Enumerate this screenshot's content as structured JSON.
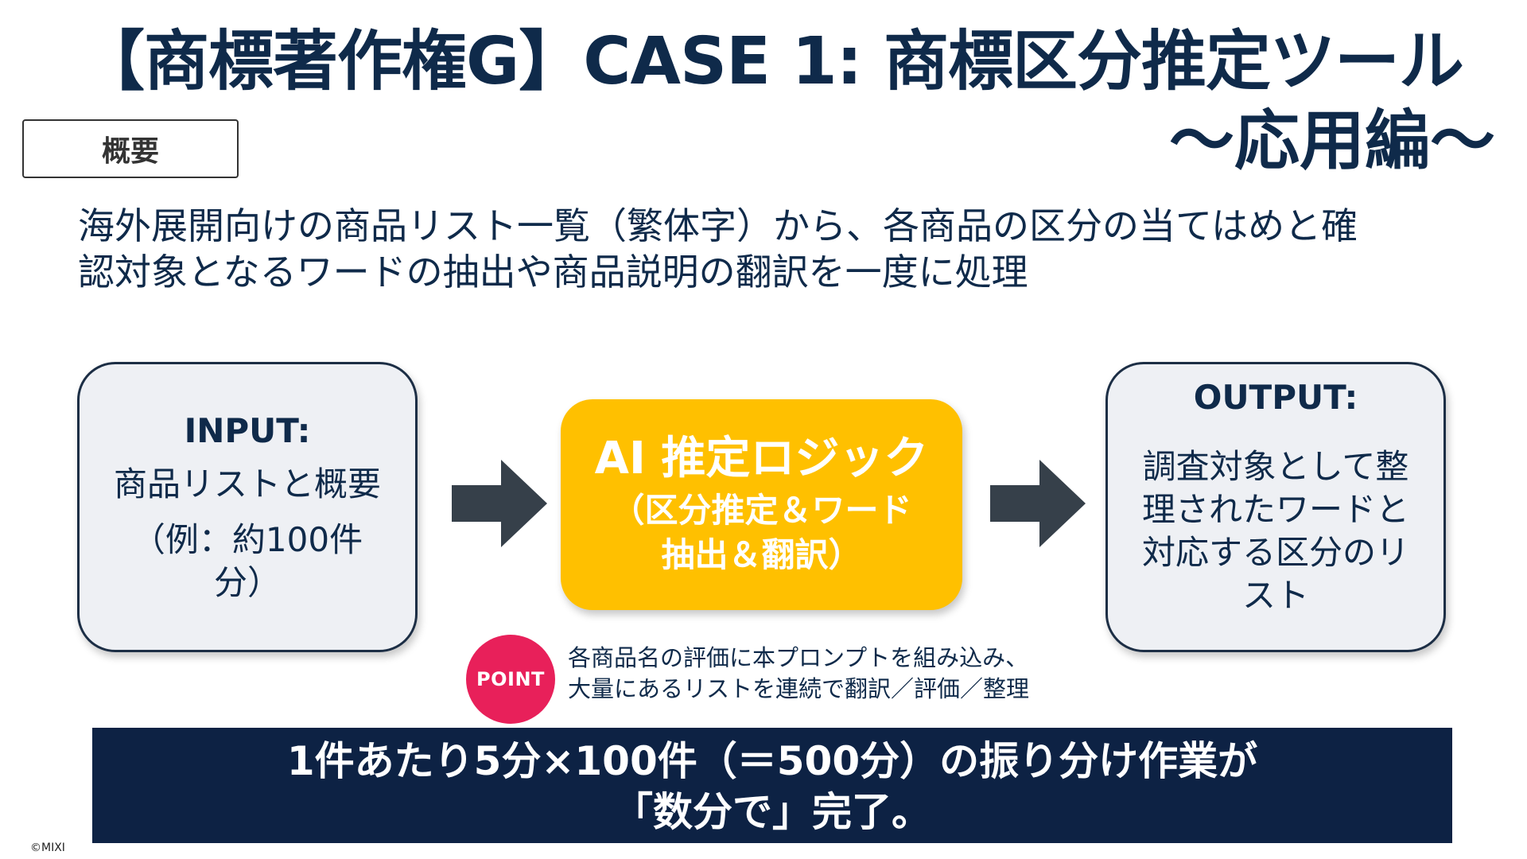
{
  "header": {
    "title": "【商標著作権G】CASE 1: 商標区分推定ツール",
    "subtitle": "〜応用編〜",
    "tag": "概要"
  },
  "description": {
    "line1": "海外展開向けの商品リスト一覧（繁体字）から、各商品の区分の当てはめと確",
    "line2": "認対象となるワードの抽出や商品説明の翻訳を一度に処理"
  },
  "input_card": {
    "heading": "INPUT:",
    "line1": "商品リストと概要",
    "line2": "（例：約100件",
    "line3": "分）"
  },
  "ai_box": {
    "heading": "AI 推定ロジック",
    "line1": "（区分推定＆ワード",
    "line2": "抽出＆翻訳）"
  },
  "output_card": {
    "heading": "OUTPUT:",
    "line1": "調査対象として整",
    "line2": "理されたワードと",
    "line3": "対応する区分のリ",
    "line4": "スト"
  },
  "point": {
    "badge": "POINT",
    "line1": "各商品名の評価に本プロンプトを組み込み、",
    "line2": "大量にあるリストを連続で翻訳／評価／整理"
  },
  "banner": {
    "line1": "1件あたり5分×100件（＝500分）の振り分け作業が",
    "line2": "「数分で」完了。"
  },
  "footer": {
    "copyright": "©MIXI"
  },
  "colors": {
    "navy": "#0f2a4a",
    "banner_bg": "#0d2244",
    "ai_box": "#ffc000",
    "point_badge": "#e8205a",
    "card_bg": "#eef0f4",
    "arrow": "#36404a"
  },
  "icons": [
    "right-arrow-icon",
    "right-arrow-icon"
  ]
}
